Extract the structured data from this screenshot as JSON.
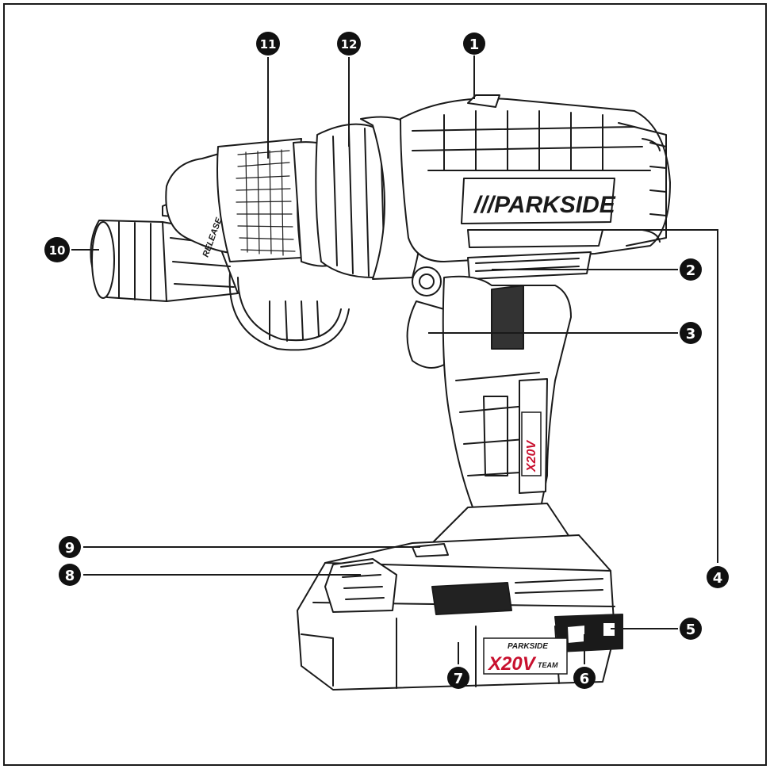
{
  "labels": {
    "l1": "1",
    "l2": "2",
    "l3": "3",
    "l4": "4",
    "l5": "5",
    "l6": "6",
    "l7": "7",
    "l8": "8",
    "l9": "9",
    "l10": "10",
    "l11": "11",
    "l12": "12"
  },
  "brand": {
    "main_logo": "///PARKSIDE",
    "release_text": "RELEASE",
    "handle_badge": "X20V",
    "battery_brand": "PARKSIDE",
    "battery_badge": "X20V",
    "battery_team": "TEAM"
  },
  "colors": {
    "line": "#1a1a1a",
    "badge_red": "#c8102e",
    "badge_fill": "#111111"
  }
}
